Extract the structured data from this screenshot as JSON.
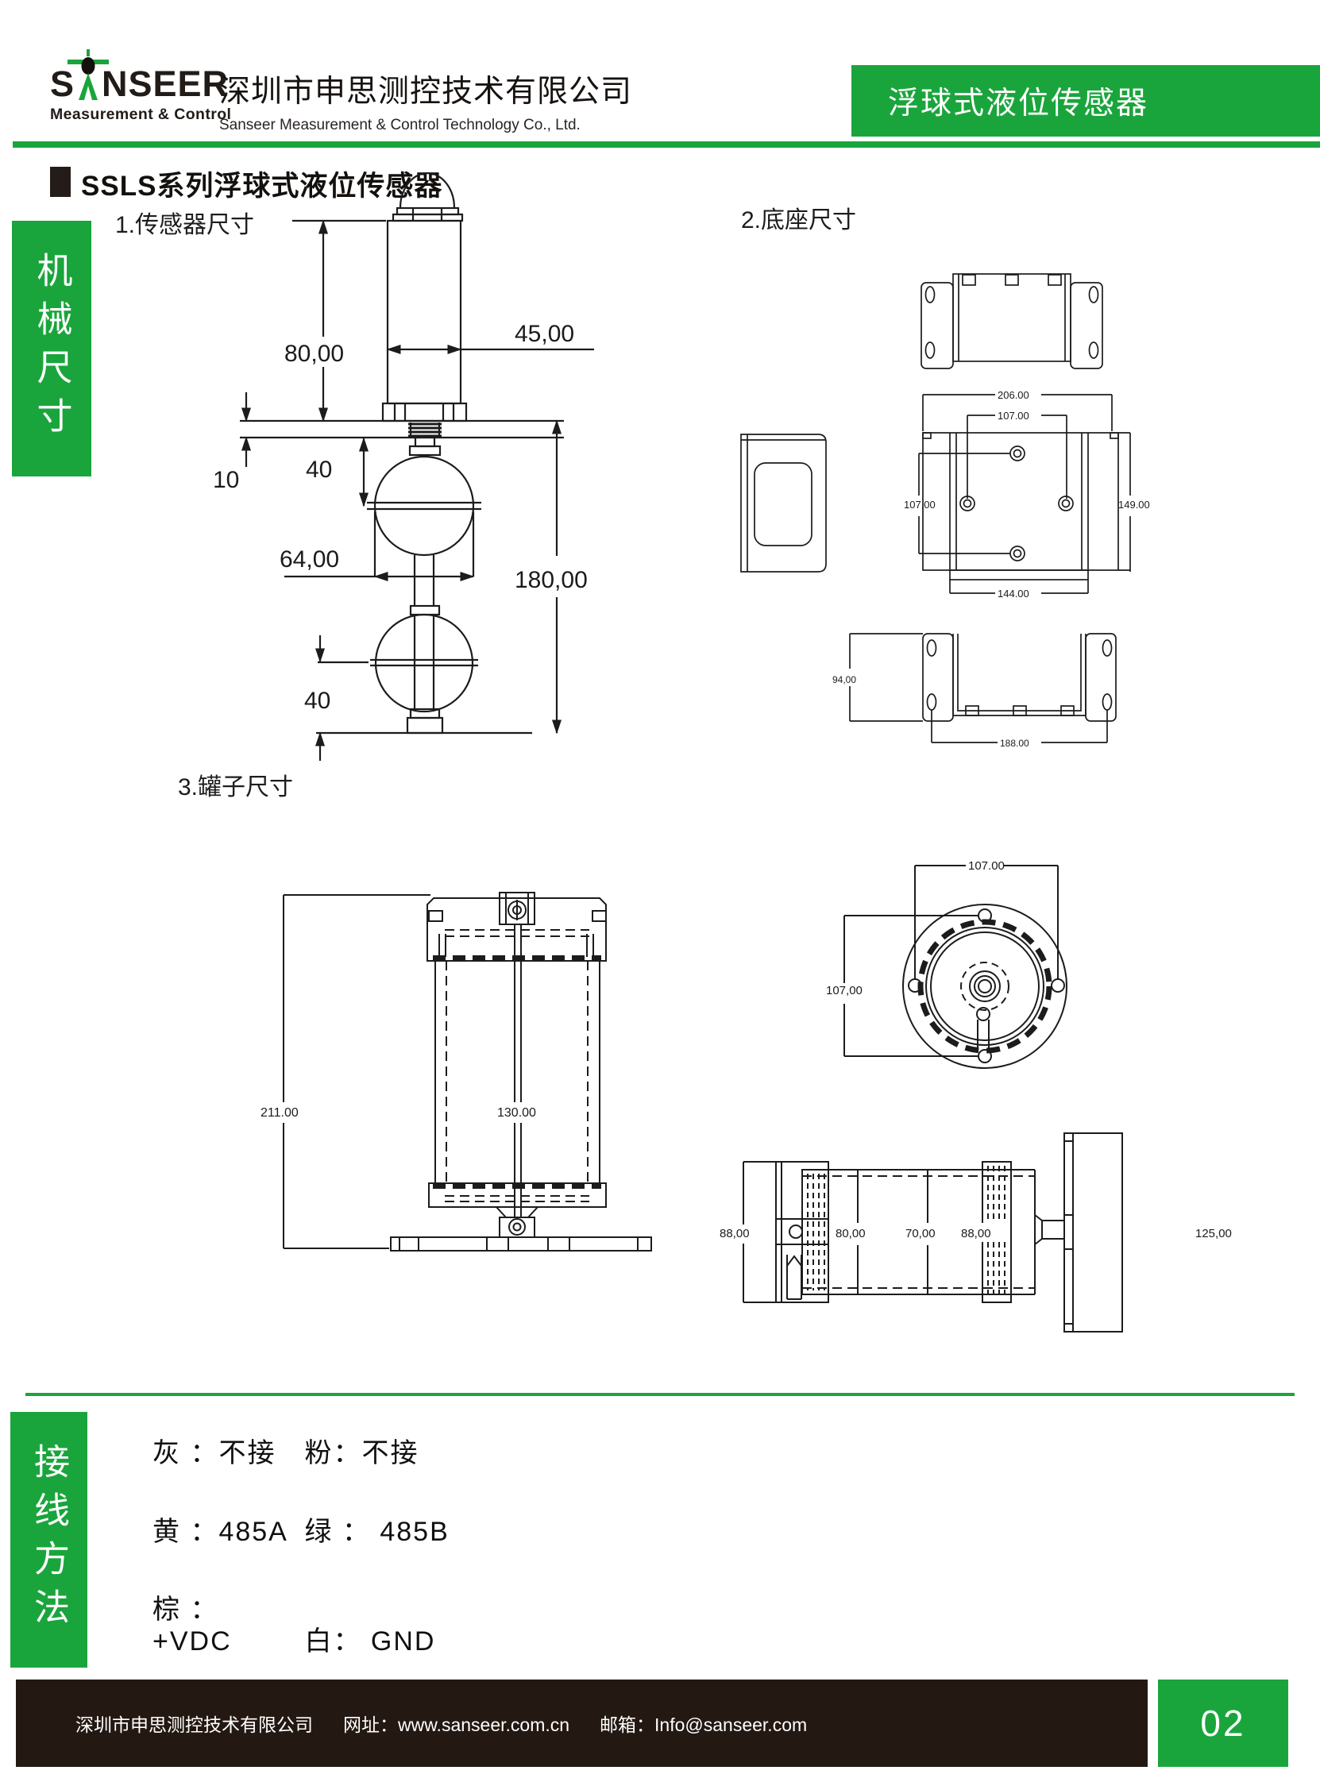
{
  "header": {
    "logo_text_left": "S",
    "logo_text_right": "NSEER",
    "logo_tagline": "Measurement & Control",
    "company_cn": "深圳市申思测控技术有限公司",
    "company_en": "Sanseer Measurement & Control Technology Co., Ltd.",
    "product_badge": "浮球式液位传感器"
  },
  "page_section": {
    "title": "SSLS系列浮球式液位传感器",
    "mech_sidebar": "机械尺寸",
    "wiring_sidebar": "接线方法",
    "fig1_label": "1.传感器尺寸",
    "fig2_label": "2.底座尺寸",
    "fig3_label": "3.罐子尺寸"
  },
  "dims": {
    "sensor": {
      "height": "80,00",
      "width": "45,00",
      "gap_top": "40",
      "plate": "10",
      "ball": "64,00",
      "total": "180,00",
      "gap_bottom": "40"
    },
    "base": {
      "outer_w": "206.00",
      "hole_w": "107.00",
      "hole_h": "107,00",
      "side_h": "149.00",
      "inner_w": "144.00",
      "bracket_h": "94,00",
      "bracket_w": "188.00"
    },
    "tank": {
      "total_h": "211.00",
      "body_h": "130.00",
      "hole_w": "107.00",
      "hole_h": "107,00",
      "cap_a": "88,00",
      "body_a": "80,00",
      "body_b": "70,00",
      "cap_b": "88,00",
      "flange": "125,00"
    }
  },
  "wiring": {
    "rows": [
      {
        "left": "灰 ：不接",
        "right": "粉：不接"
      },
      {
        "left": "黄 ：485A",
        "right": "绿 ： 485B"
      },
      {
        "left": "棕 ：+VDC",
        "right": "白： GND"
      }
    ]
  },
  "footer": {
    "company": "深圳市申思测控技术有限公司",
    "website": "网址：www.sanseer.com.cn",
    "email": "邮箱：Info@sanseer.com",
    "page_number": "02"
  },
  "colors": {
    "brand_green": "#1aa53c",
    "footer_dark": "#241812"
  }
}
